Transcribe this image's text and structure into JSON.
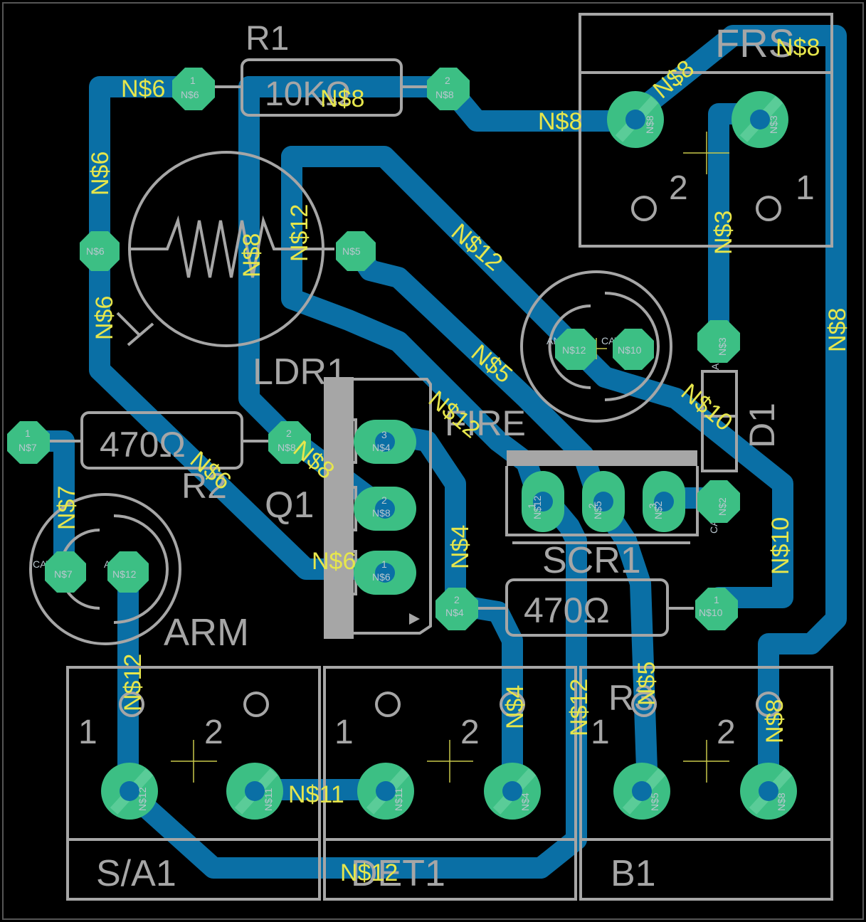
{
  "components": {
    "r1": {
      "name": "R1",
      "value": "10KΩ"
    },
    "r2": {
      "name": "R2",
      "value": "470Ω"
    },
    "r3": {
      "name": "R3",
      "value": "470Ω"
    },
    "ldr": {
      "name": "LDR1"
    },
    "q1": {
      "name": "Q1"
    },
    "fire": {
      "name": "FIRE",
      "anode": "ANODE",
      "cathode": "CATHODE"
    },
    "arm": {
      "name": "ARM",
      "anode": "ANODE",
      "cathode": "CATHODE"
    },
    "scr": {
      "name": "SCR1"
    },
    "d1": {
      "name": "D1",
      "anode": "ANODE",
      "cathode": "CATHODE"
    },
    "frs": {
      "name": "FRS",
      "pin1": "1",
      "pin2": "2"
    },
    "sa1": {
      "name": "S/A1",
      "pin1": "1",
      "pin2": "2"
    },
    "det1": {
      "name": "DET1",
      "pin1": "1",
      "pin2": "2"
    },
    "b1": {
      "name": "B1",
      "pin1": "1",
      "pin2": "2"
    }
  },
  "nets": {
    "n3": "N$3",
    "n4": "N$4",
    "n5": "N$5",
    "n6": "N$6",
    "n7": "N$7",
    "n8": "N$8",
    "n10": "N$10",
    "n11": "N$11",
    "n12": "N$12",
    "n2": "N$2"
  },
  "pins": {
    "p1": "1",
    "p2": "2",
    "p3": "3"
  },
  "colors": {
    "background": "#000000",
    "copper": "#0a6fa5",
    "pad": "#3cbf84",
    "silkscreen": "#a6a6a6",
    "net_label": "#e6e64c"
  }
}
